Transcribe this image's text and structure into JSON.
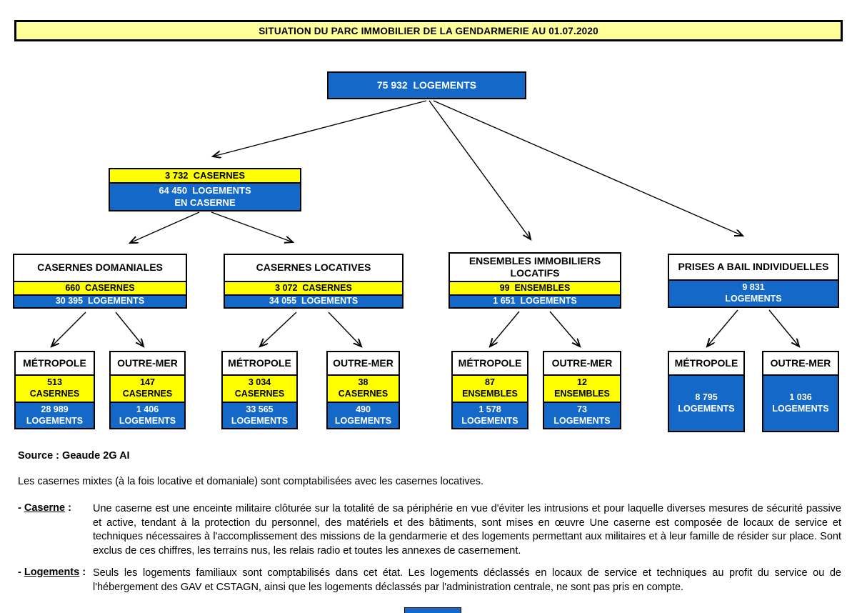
{
  "title": "SITUATION DU PARC IMMOBILIER DE LA GENDARMERIE AU 01.07.2020",
  "colors": {
    "box_blue": "#1468C8",
    "box_yellow": "#FFFF00",
    "title_background": "#FFFF99",
    "text_on_blue": "#FFFFFF",
    "border": "#000000"
  },
  "tree": {
    "total": {
      "line1": "75 932  LOGEMENTS"
    },
    "casernes": {
      "yellow1": "3 732  CASERNES",
      "blue1": "64 450  LOGEMENTS",
      "blue2": "EN CASERNE"
    },
    "domaniales": {
      "title": "CASERNES DOMANIALES",
      "yellow1": "660  CASERNES",
      "blue1": "30 395  LOGEMENTS"
    },
    "locatives": {
      "title": "CASERNES LOCATIVES",
      "yellow1": "3 072  CASERNES",
      "blue1": "34 055  LOGEMENTS"
    },
    "ensembles": {
      "title1": "ENSEMBLES IMMOBILIERS",
      "title2": "LOCATIFS",
      "yellow1": "99  ENSEMBLES",
      "blue1": "1 651  LOGEMENTS"
    },
    "bail": {
      "title": "PRISES A BAIL INDIVIDUELLES",
      "blue1": "9 831",
      "blue2": "LOGEMENTS"
    },
    "dom_metropole": {
      "title": "MÉTROPOLE",
      "yellow1": "513",
      "yellow2": "CASERNES",
      "blue1": "28 989",
      "blue2": "LOGEMENTS"
    },
    "dom_outremer": {
      "title": "OUTRE-MER",
      "yellow1": "147",
      "yellow2": "CASERNES",
      "blue1": "1 406",
      "blue2": "LOGEMENTS"
    },
    "loc_metropole": {
      "title": "MÉTROPOLE",
      "yellow1": "3 034",
      "yellow2": "CASERNES",
      "blue1": "33 565",
      "blue2": "LOGEMENTS"
    },
    "loc_outremer": {
      "title": "OUTRE-MER",
      "yellow1": "38",
      "yellow2": "CASERNES",
      "blue1": "490",
      "blue2": "LOGEMENTS"
    },
    "ens_metropole": {
      "title": "MÉTROPOLE",
      "yellow1": "87",
      "yellow2": "ENSEMBLES",
      "blue1": "1 578",
      "blue2": "LOGEMENTS"
    },
    "ens_outremer": {
      "title": "OUTRE-MER",
      "yellow1": "12",
      "yellow2": "ENSEMBLES",
      "blue1": "73",
      "blue2": "LOGEMENTS"
    },
    "bail_metropole": {
      "title": "MÉTROPOLE",
      "blue1": "8 795",
      "blue2": "LOGEMENTS"
    },
    "bail_outremer": {
      "title": "OUTRE-MER",
      "blue1": "1 036",
      "blue2": "LOGEMENTS"
    }
  },
  "footer": {
    "source": "Source : Geaude 2G  AI",
    "note": "Les casernes mixtes (à la fois locative et domaniale) sont comptabilisées avec les casernes locatives.",
    "caserne": {
      "dash": "- ",
      "term": "Caserne",
      "colon": " :"
    },
    "caserne_def": "Une caserne est une enceinte militaire clôturée sur la totalité de sa périphérie en vue d'éviter les intrusions et pour laquelle diverses mesures de sécurité passive et active, tendant à la protection du personnel, des matériels et des bâtiments, sont mises en œuvre Une caserne est composée de locaux de service et techniques nécessaires à l'accomplissement des missions de la gendarmerie et des logements permettant aux militaires et à leur famille de résider sur place. Sont exclus de ces chiffres, les terrains nus, les relais radio et toutes les annexes de casernement.",
    "logements": {
      "dash": "- ",
      "term": "Logements",
      "colon": " :"
    },
    "logements_def": "Seuls les logements familiaux sont comptabilisés dans cet état. Les logements déclassés en locaux de service et techniques au profit du service ou de l'hébergement des GAV et CSTAGN, ainsi que les logements déclassés par l'administration centrale, ne sont pas pris en compte."
  }
}
